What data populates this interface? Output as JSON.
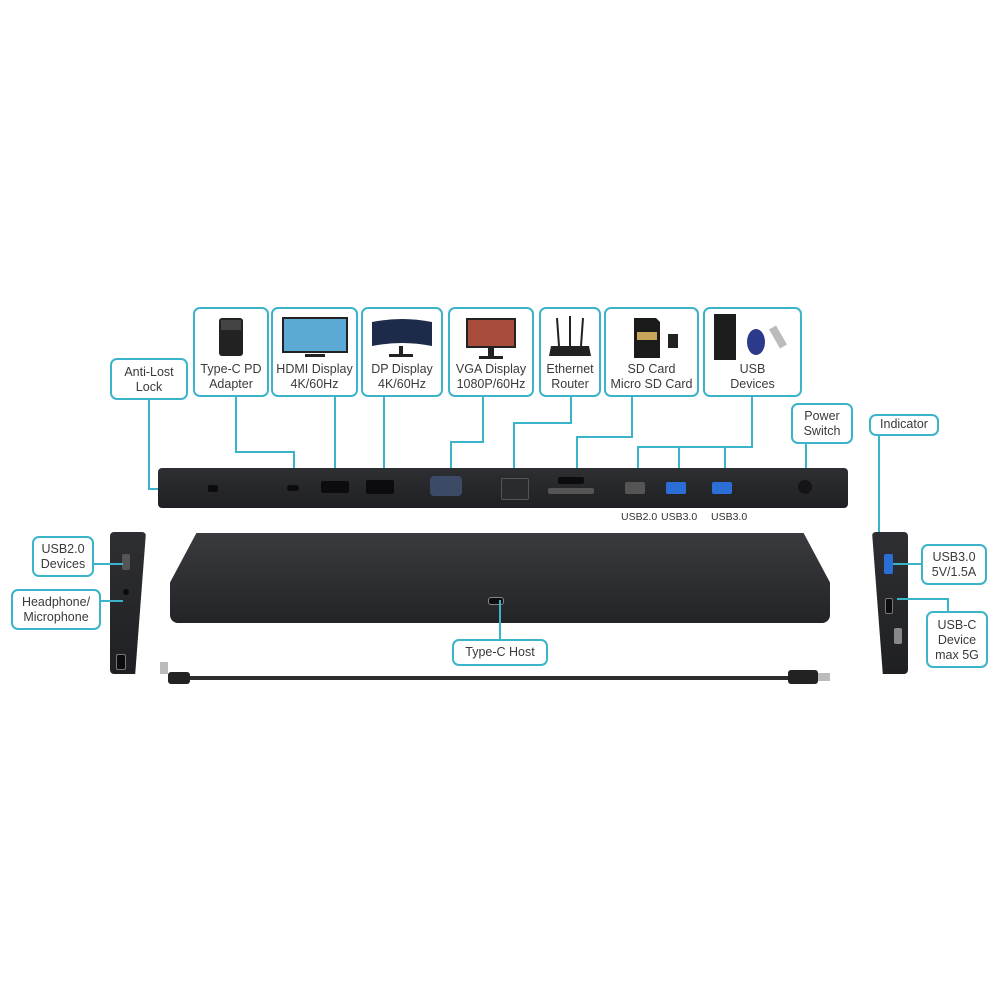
{
  "accent_color": "#3bb4c9",
  "callouts": {
    "anti_lost_lock": "Anti-Lost\nLock",
    "type_c_pd": "Type-C PD\nAdapter",
    "hdmi": "HDMI Display\n4K/60Hz",
    "dp": "DP Display\n4K/60Hz",
    "vga": "VGA Display\n1080P/60Hz",
    "ethernet": "Ethernet\nRouter",
    "sd_card": "SD Card\nMicro SD Card",
    "usb_devices": "USB\nDevices",
    "power_switch": "Power\nSwitch",
    "indicator": "Indicator",
    "usb2_devices": "USB2.0\nDevices",
    "headphone": "Headphone/\nMicrophone",
    "usb3_side": "USB3.0\n5V/1.5A",
    "usbc_device": "USB-C\nDevice\nmax 5G",
    "type_c_host": "Type-C Host"
  },
  "port_labels": {
    "usb20": "USB2.0",
    "usb30_a": "USB3.0",
    "usb30_b": "USB3.0"
  },
  "icons": [
    "power-adapter-icon",
    "hdmi-monitor-icon",
    "dp-monitor-icon",
    "vga-monitor-icon",
    "router-icon",
    "sd-card-icon",
    "usb-devices-icon"
  ]
}
